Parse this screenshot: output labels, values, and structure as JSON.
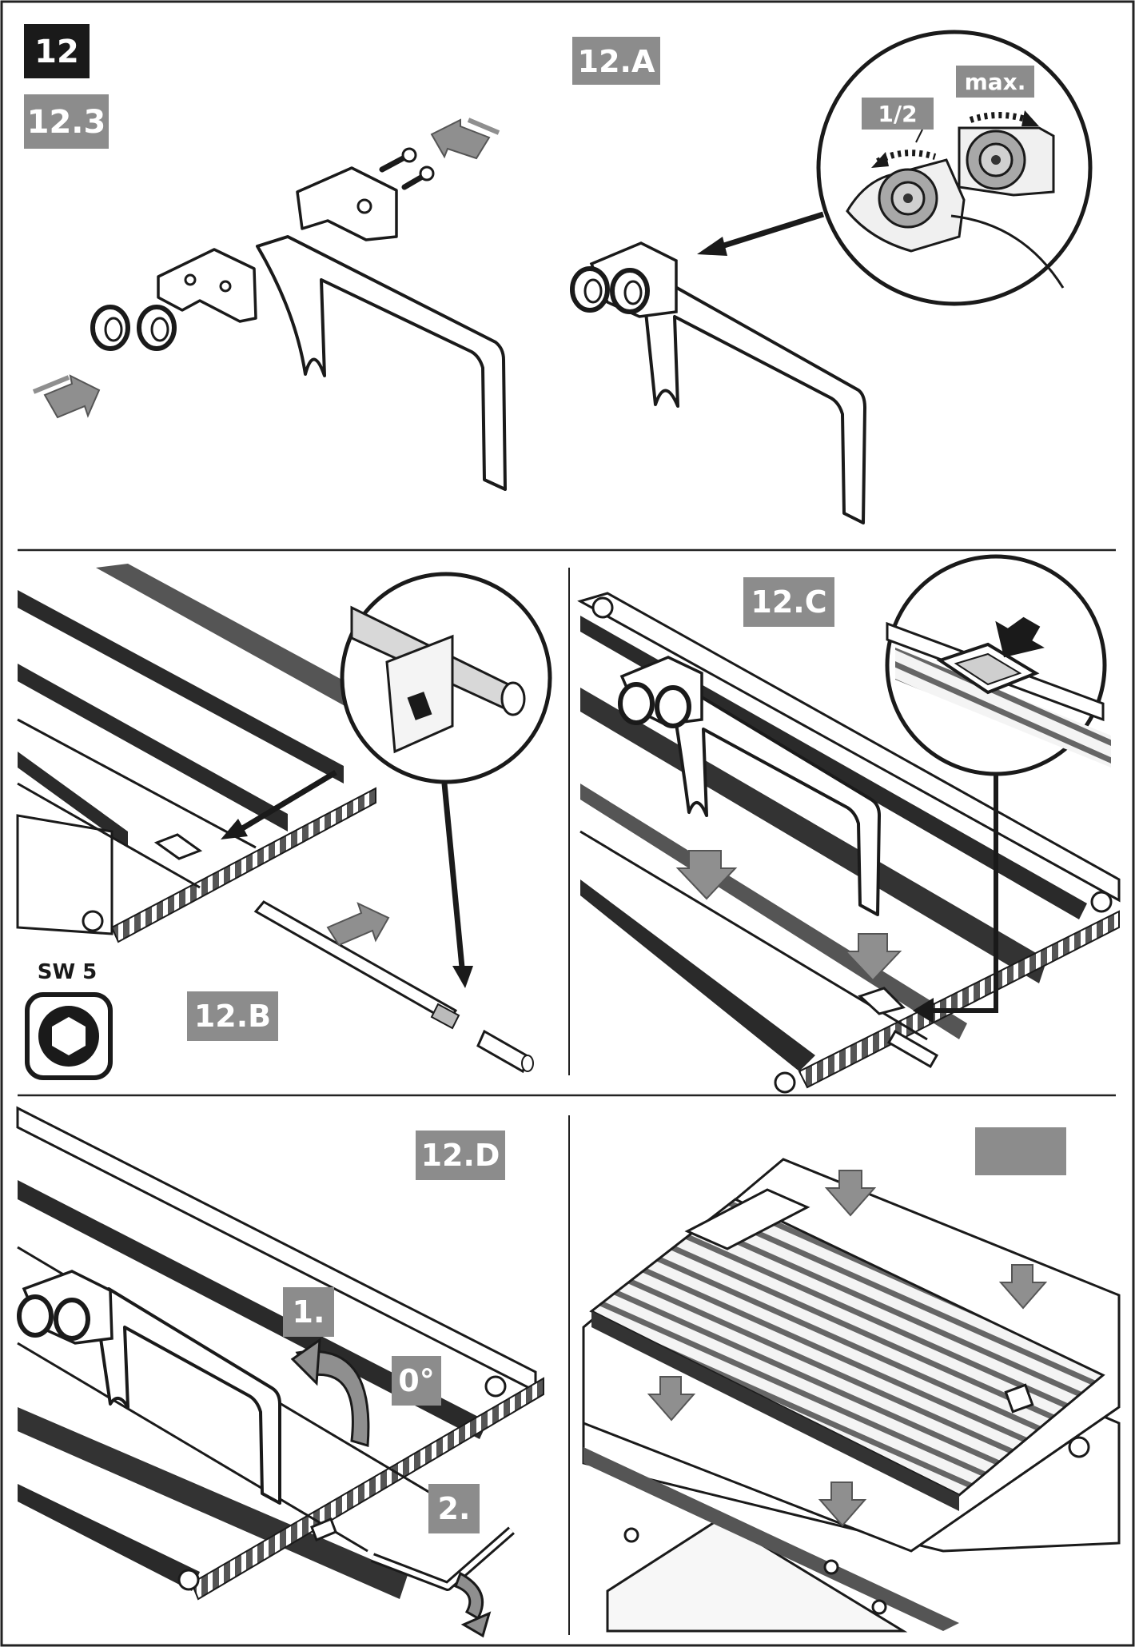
{
  "header": {
    "step": "12",
    "sub_step": "12.3"
  },
  "panel_a": {
    "label": "12.A",
    "tag_half": "1/2",
    "tag_max": "max."
  },
  "panel_b": {
    "label": "12.B",
    "tool_size": "SW 5"
  },
  "panel_c": {
    "label": "12.C"
  },
  "panel_d": {
    "label": "12.D",
    "step1": "1.",
    "step2": "2.",
    "angle": "0°"
  },
  "panel_e": {
    "label": ""
  },
  "colors": {
    "label_bg": "#8c8c8c",
    "step_bg": "#1a1a1a",
    "line": "#1a1a1a",
    "arrow_grey": "#8f8f8f"
  }
}
